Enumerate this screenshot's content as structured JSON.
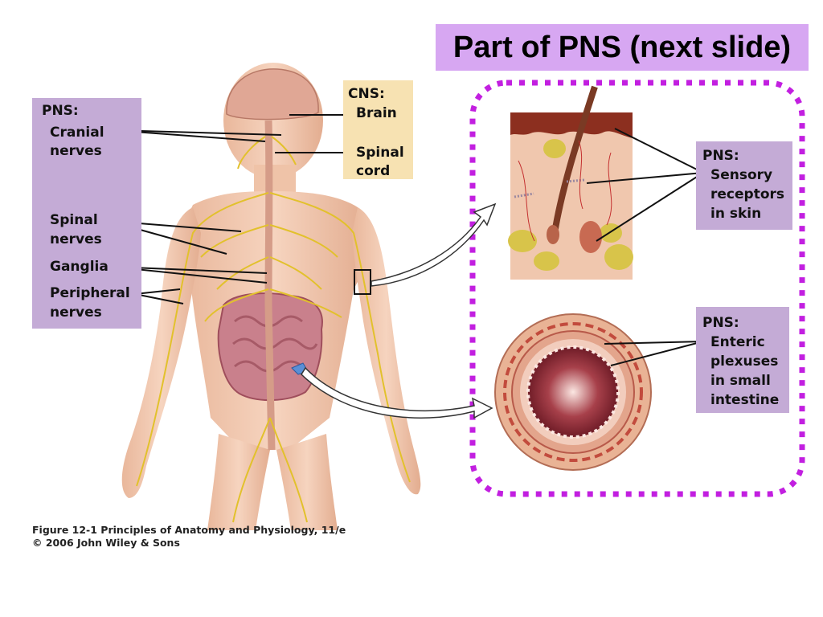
{
  "title": "Part of PNS (next slide)",
  "labels": {
    "pns_heading": "PNS:",
    "cranial_1": "Cranial",
    "cranial_2": "nerves",
    "spinal_1": "Spinal",
    "spinal_2": "nerves",
    "ganglia": "Ganglia",
    "peripheral_1": "Peripheral",
    "peripheral_2": "nerves",
    "cns_heading": "CNS:",
    "brain": "Brain",
    "spinal_cord_1": "Spinal",
    "spinal_cord_2": "cord",
    "skin_heading": "PNS:",
    "skin_1": "Sensory",
    "skin_2": "receptors",
    "skin_3": "in skin",
    "gut_heading": "PNS:",
    "gut_1": "Enteric",
    "gut_2": "plexuses",
    "gut_3": "in small",
    "gut_4": "intestine"
  },
  "caption": {
    "line1": "Figure 12-1  Principles of Anatomy and Physiology, 11/e",
    "line2": "© 2006 John Wiley & Sons"
  },
  "colors": {
    "title_bg": "#d7a7f2",
    "pns_box": "#c4abd6",
    "cns_box": "#f7e2b2",
    "dotted_border": "#c21fe0",
    "nerve": "#e2c12c",
    "skin": "#f0c7ae"
  }
}
